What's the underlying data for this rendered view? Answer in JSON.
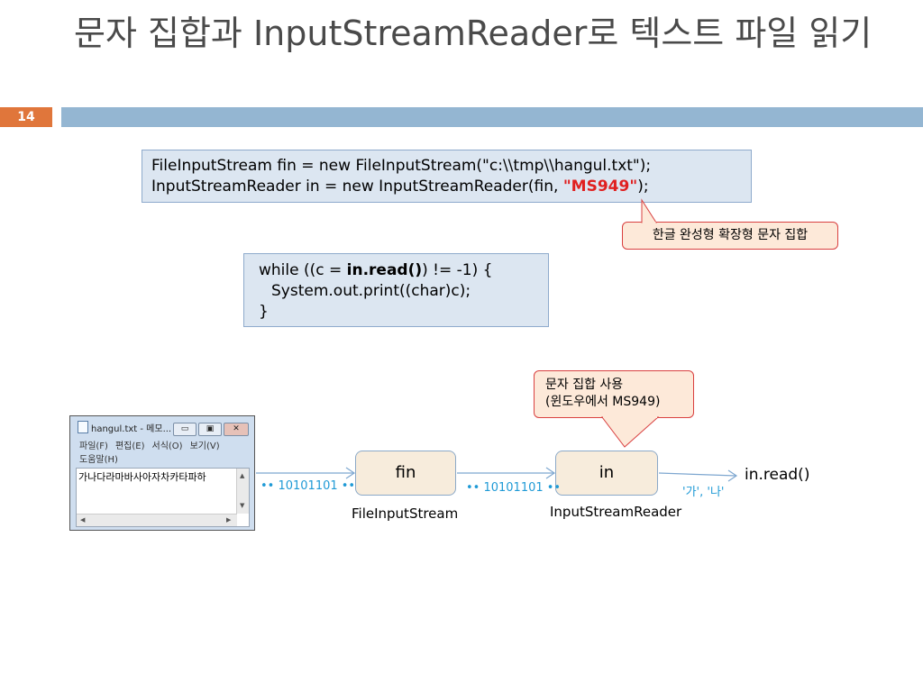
{
  "slide": {
    "title": "문자 집합과 InputStreamReader로 텍스트 파일 읽기",
    "page_number": "14",
    "colors": {
      "accent": "#e0763b",
      "bar": "#94b6d2",
      "code_bg": "#dce6f1",
      "callout_bg": "#fde9d9",
      "flowbox_bg": "#f7ecdc",
      "bits_blue": "#1f9ad6"
    }
  },
  "code1": {
    "line1": "FileInputStream fin = new FileInputStream(\"c:\\\\tmp\\\\hangul.txt\");",
    "line2_prefix": "InputStreamReader in = new InputStreamReader(fin, ",
    "line2_str": "\"MS949\"",
    "line2_suffix": ");"
  },
  "callout_charset": "한글 완성형 확장형 문자 집합",
  "code2": {
    "line1_prefix": "while ((c = ",
    "line1_bold": "in.read()",
    "line1_suffix": ") != -1) {",
    "line2": "System.out.print((char)c);",
    "line3": "}"
  },
  "callout_usage": {
    "line1": "문자 집합 사용",
    "line2": "(윈도우에서 MS949)"
  },
  "notepad": {
    "title": "hangul.txt - 메모...",
    "btn_min": "▭",
    "btn_max": "▣",
    "btn_close": "✕",
    "menu": [
      "파일(F)",
      "편집(E)",
      "서식(O)",
      "보기(V)",
      "도움말(H)"
    ],
    "content": "가나다라마바사아자차카타파하"
  },
  "flow": {
    "bits1": "•• 10101101 ••",
    "bits2": "•• 10101101 ••",
    "fin_label": "fin",
    "in_label": "in",
    "fin_caption": "FileInputStream",
    "in_caption": "InputStreamReader",
    "chars": "'가', '나'",
    "read_label": "in.read()"
  }
}
